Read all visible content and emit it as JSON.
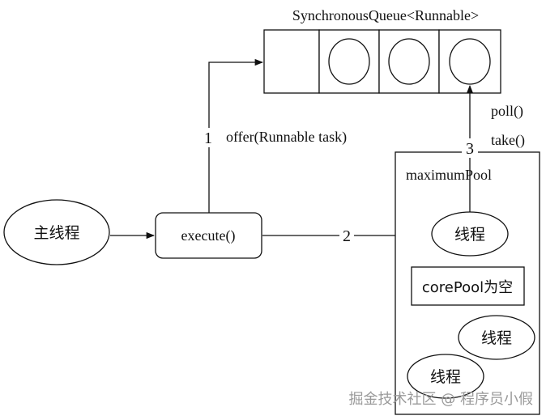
{
  "queue": {
    "title": "SynchronousQueue<Runnable>"
  },
  "nodes": {
    "main_thread": "主线程",
    "execute": "execute()",
    "maximum_pool": "maximumPool",
    "pool_thread_top": "线程",
    "core_pool_empty": "corePool为空",
    "pool_thread_mid": "线程",
    "pool_thread_bottom": "线程"
  },
  "edges": {
    "step1": "1",
    "offer": "offer(Runnable task)",
    "step2": "2",
    "step3": "3",
    "poll": "poll()",
    "take": "take()"
  },
  "watermark": "掘金技术社区 @ 程序员小假",
  "colors": {
    "stroke": "#111111",
    "background": "#ffffff",
    "watermark": "#9a9a9a"
  }
}
